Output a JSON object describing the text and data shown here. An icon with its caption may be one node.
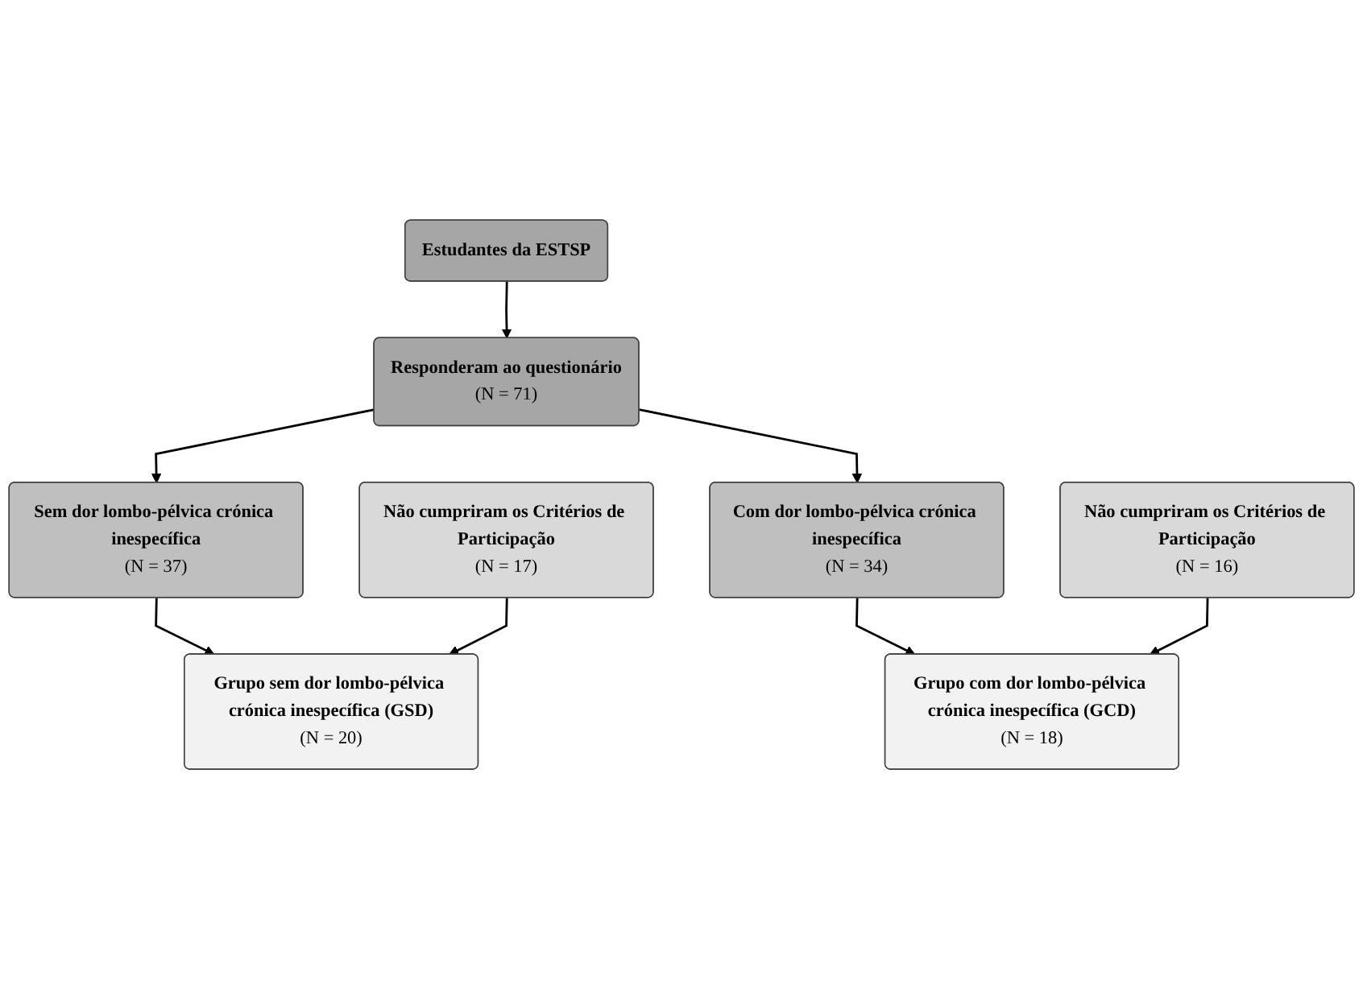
{
  "diagram": {
    "nodes": [
      {
        "text": [
          "Estudantes da ESTSP"
        ]
      },
      {
        "text": [
          "Responderam ao questionário",
          "(N = 71)"
        ]
      },
      {
        "text": [
          "Sem dor lombo-pélvica crónica inespecífica",
          "(N = 37)"
        ]
      },
      {
        "text": [
          "Com dor lombo-pélvica crónica inespecífica",
          "(N = 34)"
        ]
      },
      {
        "text": [
          "Não cumpriram os Critérios de Participação",
          "(N = 17)"
        ]
      },
      {
        "text": [
          "Não cumpriram os Critérios de Participação",
          "(N = 16)"
        ]
      },
      {
        "text": [
          "Grupo sem dor lombo-pélvica crónica inespecífica (GSD)",
          "(N = 20)"
        ]
      },
      {
        "text": [
          "Grupo com dor lombo-pélvica crónica inespecífica (GCD)",
          "(N = 18)"
        ]
      }
    ],
    "edges": [
      {
        "from": 0,
        "to": 1,
        "arrow": "to"
      },
      {
        "from": 1,
        "to": 2,
        "arrow": "to"
      },
      {
        "from": 1,
        "to": 3,
        "arrow": "to"
      },
      {
        "from": 2,
        "to": 6,
        "arrow": "to"
      },
      {
        "from": 4,
        "to": 6,
        "arrow": "to"
      },
      {
        "from": 3,
        "to": 7,
        "arrow": "to"
      },
      {
        "from": 5,
        "to": 7,
        "arrow": "to"
      }
    ]
  }
}
